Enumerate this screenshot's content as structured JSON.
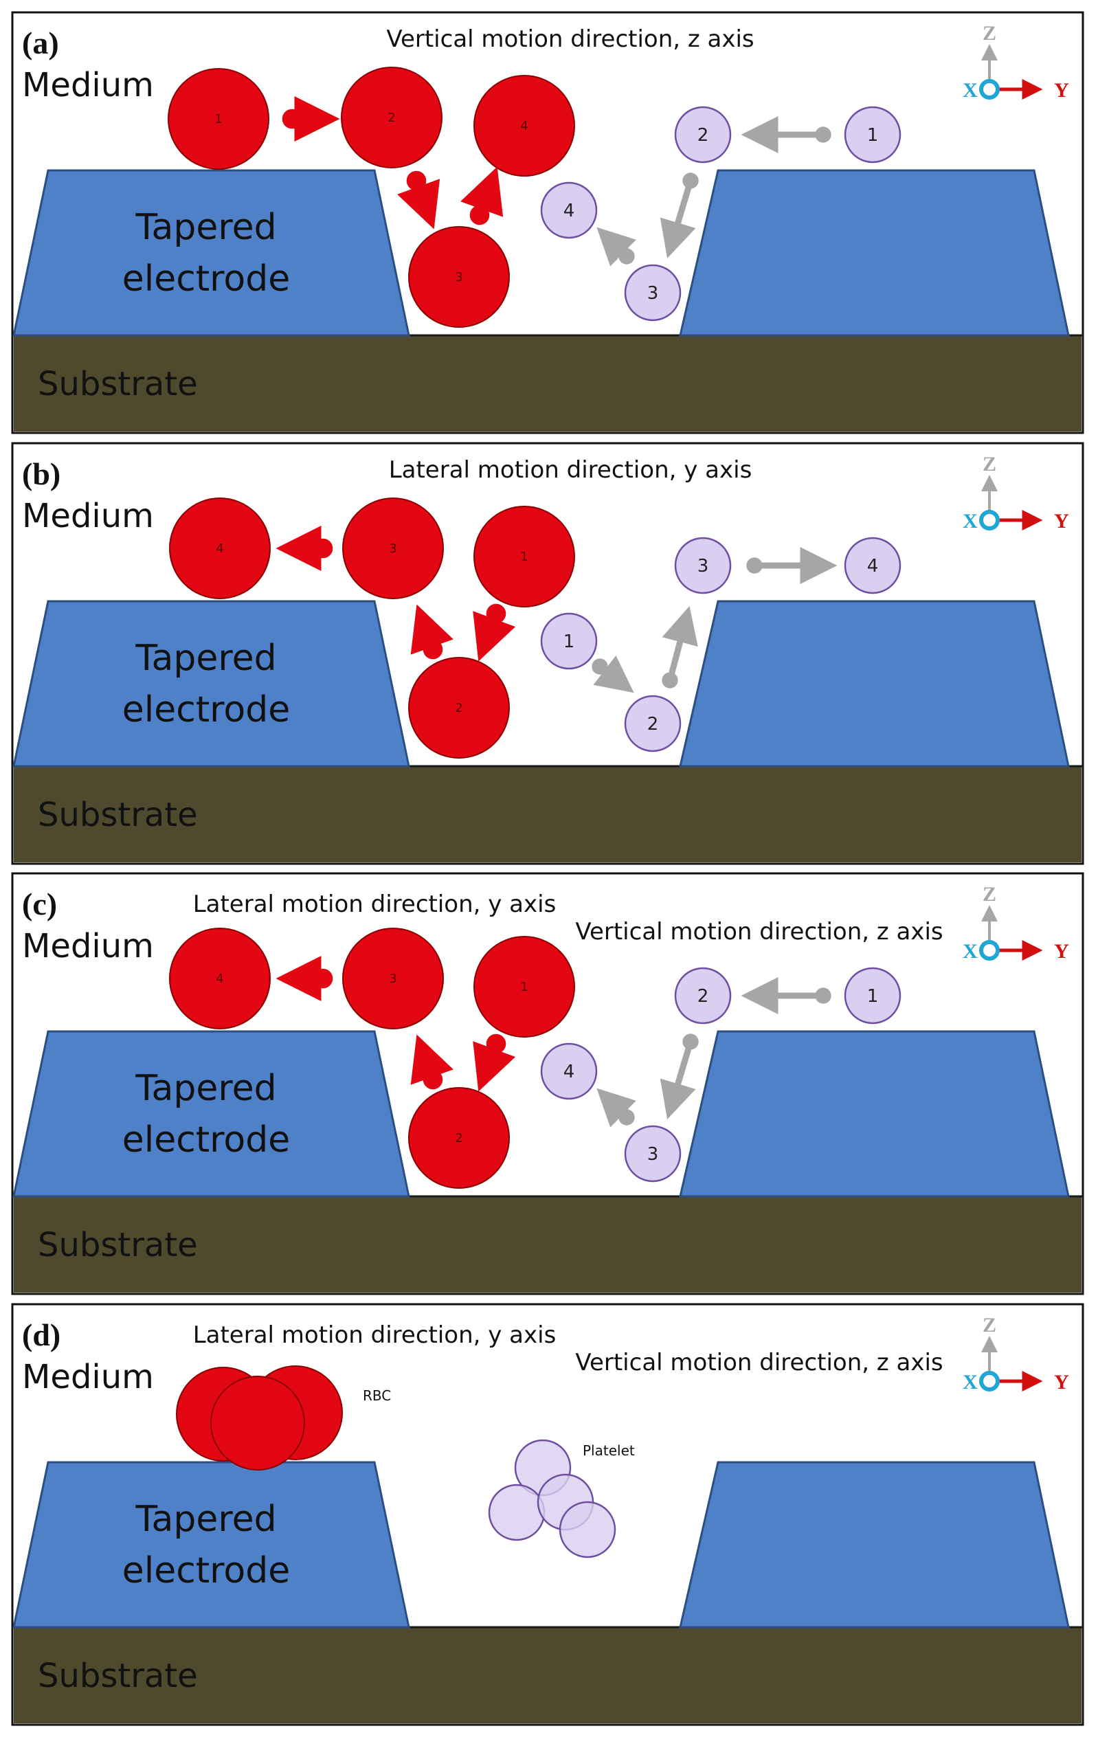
{
  "colors": {
    "substrate": "#4f4a2d",
    "electrode": "#4f81c8",
    "electrode_edge": "#2b4f80",
    "rbc": "#e30613",
    "rbc_edge": "#8a0000",
    "platelet": "#d9cff0",
    "platelet_edge": "#6e4ea0",
    "grey_arrow": "#a6a6a6",
    "axis_z": "#a6a6a6",
    "axis_x": "#1fa5d6",
    "axis_y": "#d20f0f"
  },
  "panels": [
    {
      "label": "(a)",
      "medium": "Medium",
      "electrode_line1": "Tapered",
      "electrode_line2": "electrode",
      "substrate": "Substrate",
      "motion_1": "Vertical motion direction, z axis",
      "motion_2": "",
      "axis": {
        "z": "Z",
        "x": "X",
        "y": "Y"
      },
      "rbc_numbers": [
        "1",
        "2",
        "3",
        "4"
      ],
      "platelet_numbers": [
        "1",
        "2",
        "3",
        "4"
      ]
    },
    {
      "label": "(b)",
      "medium": "Medium",
      "electrode_line1": "Tapered",
      "electrode_line2": "electrode",
      "substrate": "Substrate",
      "motion_1": "Lateral motion direction, y axis",
      "motion_2": "",
      "axis": {
        "z": "Z",
        "x": "X",
        "y": "Y"
      },
      "rbc_numbers": [
        "4",
        "3",
        "1",
        "2"
      ],
      "platelet_numbers": [
        "3",
        "4",
        "1",
        "2"
      ]
    },
    {
      "label": "(c)",
      "medium": "Medium",
      "electrode_line1": "Tapered",
      "electrode_line2": "electrode",
      "substrate": "Substrate",
      "motion_1": "Lateral motion direction, y axis",
      "motion_2": "Vertical motion direction, z axis",
      "axis": {
        "z": "Z",
        "x": "X",
        "y": "Y"
      },
      "rbc_numbers": [
        "4",
        "3",
        "1",
        "2"
      ],
      "platelet_numbers": [
        "2",
        "1",
        "4",
        "3"
      ]
    },
    {
      "label": "(d)",
      "medium": "Medium",
      "electrode_line1": "Tapered",
      "electrode_line2": "electrode",
      "substrate": "Substrate",
      "motion_1": "Lateral motion direction, y axis",
      "motion_2": "Vertical motion direction, z axis",
      "axis": {
        "z": "Z",
        "x": "X",
        "y": "Y"
      },
      "rbc_label": "RBC",
      "platelet_label": "Platelet"
    }
  ]
}
